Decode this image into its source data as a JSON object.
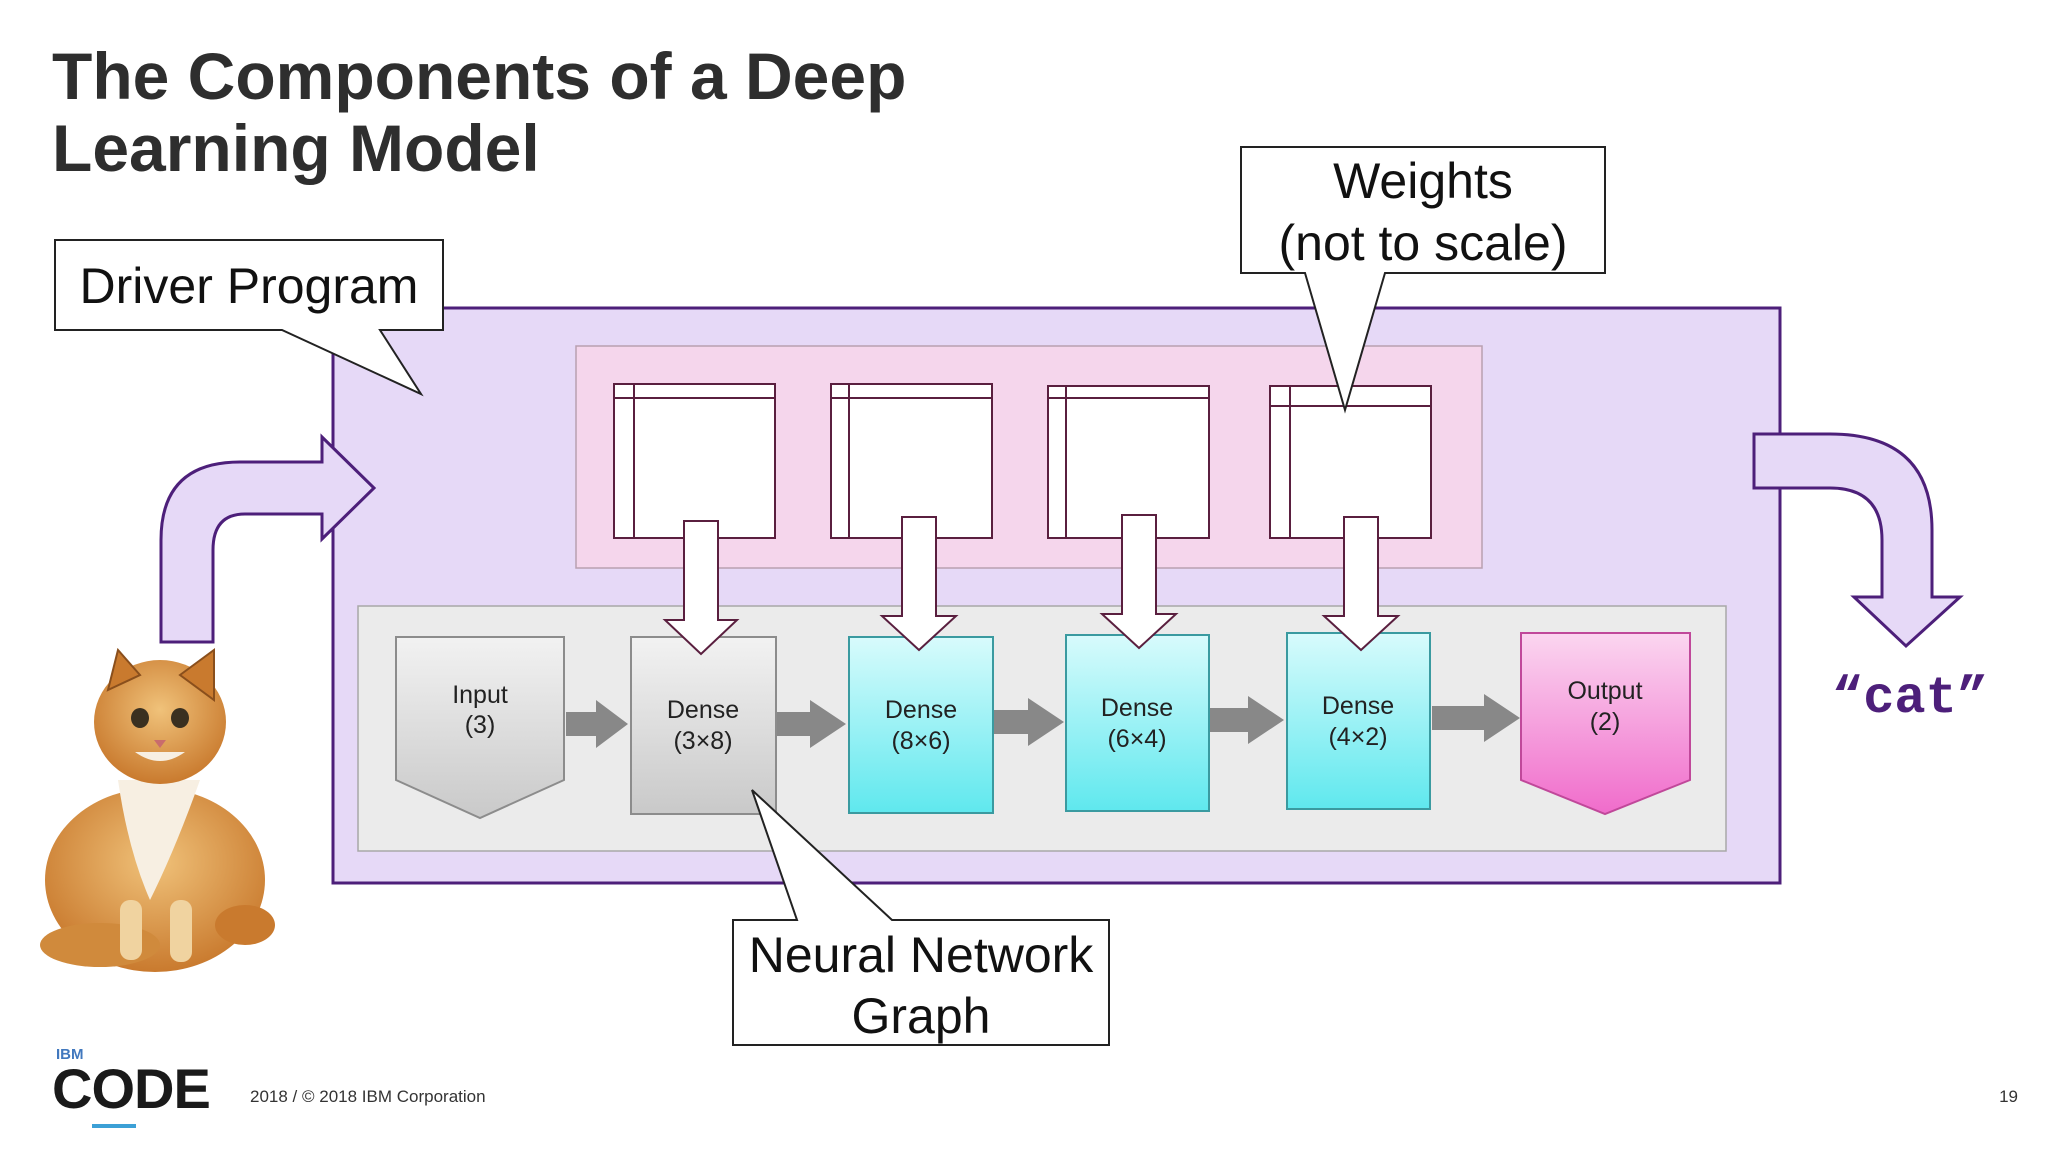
{
  "slide": {
    "title_line1": "The Components of a Deep",
    "title_line2": "Learning Model",
    "page_number": "19"
  },
  "callouts": {
    "driver": "Driver Program",
    "weights_line1": "Weights",
    "weights_line2": "(not to scale)",
    "graph_line1": "Neural Network",
    "graph_line2": "Graph"
  },
  "nodes": [
    {
      "label": "Input",
      "dims": "(3)",
      "kind": "input"
    },
    {
      "label": "Dense",
      "dims": "(3×8)",
      "kind": "dense-gray"
    },
    {
      "label": "Dense",
      "dims": "(8×6)",
      "kind": "dense-cyan"
    },
    {
      "label": "Dense",
      "dims": "(6×4)",
      "kind": "dense-cyan"
    },
    {
      "label": "Dense",
      "dims": "(4×2)",
      "kind": "dense-cyan"
    },
    {
      "label": "Output",
      "dims": "(2)",
      "kind": "output"
    }
  ],
  "output_label": "“cat”",
  "footer": {
    "brand_small": "IBM",
    "brand_large": "CODE",
    "copyright": "2018 / © 2018 IBM Corporation"
  },
  "colors": {
    "driver_fill": "#e6d9f7",
    "driver_stroke": "#4d1f7a",
    "weights_panel": "#f5d6ec",
    "graph_panel": "#ebebeb",
    "cyan_node": "#7ef0f2",
    "pink_node": "#f47fcf",
    "arrow_gray": "#888888",
    "cat_text": "#4d1f7a"
  }
}
